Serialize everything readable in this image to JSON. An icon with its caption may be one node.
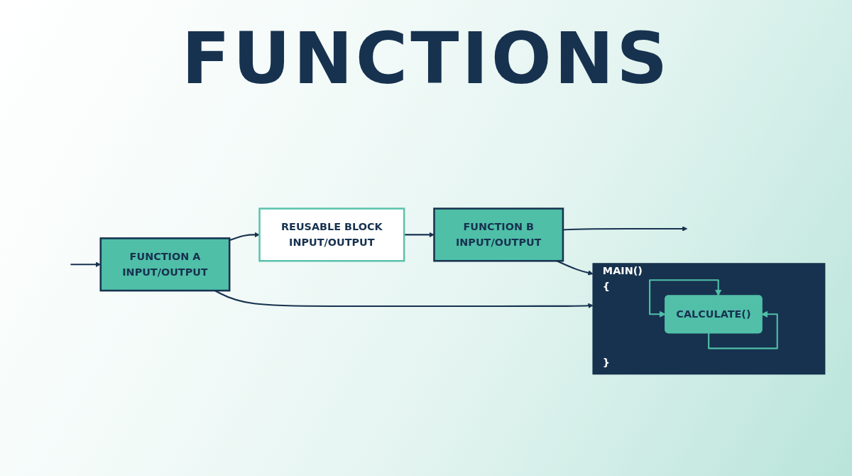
{
  "diagram": {
    "title": "FUNCTIONS",
    "nodes": [
      {
        "text": [
          "FUNCTION A",
          "INPUT/OUTPUT"
        ]
      },
      {
        "text": [
          "REUSABLE BLOCK",
          "INPUT/OUTPUT"
        ]
      },
      {
        "text": [
          "FUNCTION B",
          "INPUT/OUTPUT"
        ]
      },
      {
        "text": [
          "MAIN()",
          "{",
          "}"
        ]
      },
      {
        "text": [
          "CALCULATE()"
        ],
        "in": 3
      }
    ],
    "edges": [
      {
        "from": null,
        "to": 0,
        "arrow": "to"
      },
      {
        "from": 0,
        "to": 1,
        "arrow": "to"
      },
      {
        "from": 1,
        "to": 2,
        "arrow": "to"
      },
      {
        "from": 2,
        "to": null,
        "arrow": "to"
      },
      {
        "from": 0,
        "to": 3,
        "arrow": "to"
      },
      {
        "from": 2,
        "to": 3,
        "arrow": "to"
      },
      {
        "from": 4,
        "to": 4,
        "arrow": "both",
        "color": "#4fbfa8"
      },
      {
        "from": 4,
        "to": 4,
        "arrow": "to",
        "color": "#4fbfa8"
      }
    ]
  }
}
